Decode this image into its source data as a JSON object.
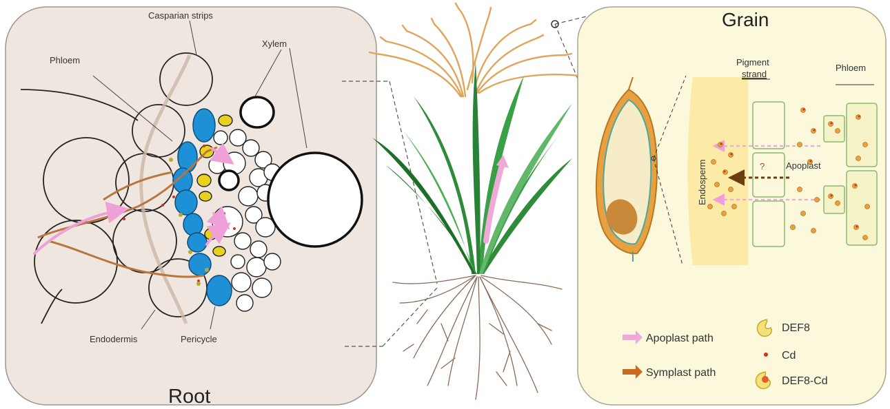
{
  "root_panel": {
    "title": "Root",
    "labels": {
      "casparian": "Casparian strips",
      "phloem": "Phloem",
      "xylem": "Xylem",
      "endodermis": "Endodermis",
      "pericycle": "Pericycle"
    },
    "background": "#efe7df"
  },
  "grain_panel": {
    "title": "Grain",
    "labels": {
      "pigment_strand_line1": "Pigment",
      "pigment_strand_line2": "strand",
      "phloem": "Phloem",
      "endosperm": "Endosperm",
      "apoplast": "Apoplast",
      "question": "?"
    },
    "background": "#fbf8dc"
  },
  "legend": {
    "apoplast_path": "Apoplast path",
    "symplast_path": "Symplast path",
    "def8": "DEF8",
    "cd": "Cd",
    "def8_cd": "DEF8-Cd"
  },
  "colors": {
    "apoplast_arrow": "#f0a0d8",
    "symplast_arrow": "#b8753d",
    "endodermis_blue": "#1e90d6",
    "pericycle_yellow": "#e8d21e",
    "cd_red": "#d03020",
    "grain_orange": "#e8a040",
    "panicle": "#e0a55a",
    "leaf_green": "#2e8b3a",
    "root_brown": "#8b6a55"
  },
  "icons": [
    "plant-illustration",
    "grain-seed-icon",
    "def8-protein-icon",
    "cd-dot-icon",
    "def8-cd-complex-icon"
  ]
}
